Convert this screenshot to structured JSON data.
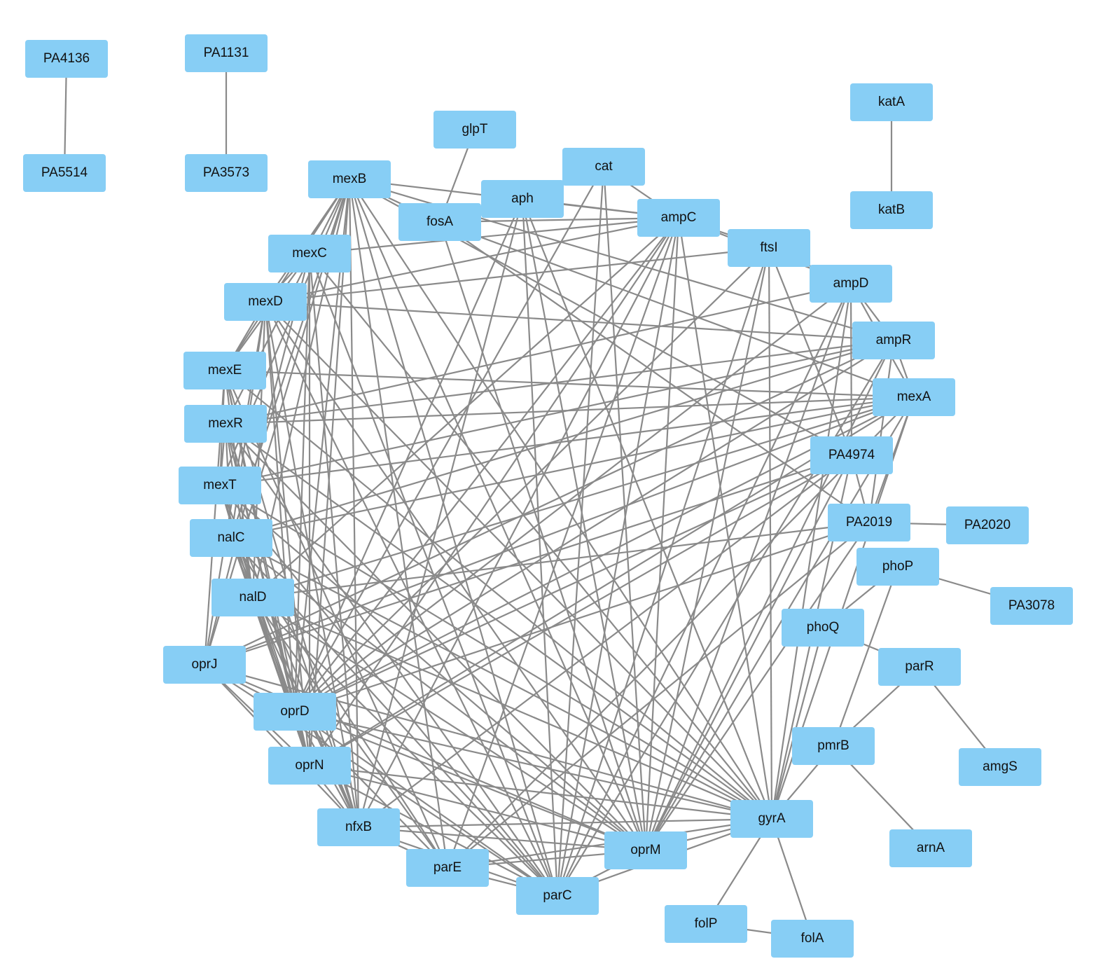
{
  "colors": {
    "node_fill": "#87cef5",
    "edge": "#8a8a8a",
    "text": "#111111",
    "background": "#ffffff"
  },
  "nodes": [
    {
      "id": "PA4136",
      "label": "PA4136"
    },
    {
      "id": "PA5514",
      "label": "PA5514"
    },
    {
      "id": "PA1131",
      "label": "PA1131"
    },
    {
      "id": "PA3573",
      "label": "PA3573"
    },
    {
      "id": "katA",
      "label": "katA"
    },
    {
      "id": "katB",
      "label": "katB"
    },
    {
      "id": "glpT",
      "label": "glpT"
    },
    {
      "id": "cat",
      "label": "cat"
    },
    {
      "id": "mexB",
      "label": "mexB"
    },
    {
      "id": "aph",
      "label": "aph"
    },
    {
      "id": "fosA",
      "label": "fosA"
    },
    {
      "id": "ampC",
      "label": "ampC"
    },
    {
      "id": "ftsI",
      "label": "ftsI"
    },
    {
      "id": "mexC",
      "label": "mexC"
    },
    {
      "id": "ampD",
      "label": "ampD"
    },
    {
      "id": "mexD",
      "label": "mexD"
    },
    {
      "id": "ampR",
      "label": "ampR"
    },
    {
      "id": "mexE",
      "label": "mexE"
    },
    {
      "id": "mexA",
      "label": "mexA"
    },
    {
      "id": "mexR",
      "label": "mexR"
    },
    {
      "id": "PA4974",
      "label": "PA4974"
    },
    {
      "id": "mexT",
      "label": "mexT"
    },
    {
      "id": "PA2019",
      "label": "PA2019"
    },
    {
      "id": "PA2020",
      "label": "PA2020"
    },
    {
      "id": "nalC",
      "label": "nalC"
    },
    {
      "id": "phoP",
      "label": "phoP"
    },
    {
      "id": "nalD",
      "label": "nalD"
    },
    {
      "id": "PA3078",
      "label": "PA3078"
    },
    {
      "id": "phoQ",
      "label": "phoQ"
    },
    {
      "id": "oprJ",
      "label": "oprJ"
    },
    {
      "id": "parR",
      "label": "parR"
    },
    {
      "id": "oprD",
      "label": "oprD"
    },
    {
      "id": "pmrB",
      "label": "pmrB"
    },
    {
      "id": "amgS",
      "label": "amgS"
    },
    {
      "id": "oprN",
      "label": "oprN"
    },
    {
      "id": "gyrA",
      "label": "gyrA"
    },
    {
      "id": "nfxB",
      "label": "nfxB"
    },
    {
      "id": "arnA",
      "label": "arnA"
    },
    {
      "id": "oprM",
      "label": "oprM"
    },
    {
      "id": "parE",
      "label": "parE"
    },
    {
      "id": "parC",
      "label": "parC"
    },
    {
      "id": "folP",
      "label": "folP"
    },
    {
      "id": "folA",
      "label": "folA"
    }
  ],
  "edges": [
    [
      "PA4136",
      "PA5514"
    ],
    [
      "PA1131",
      "PA3573"
    ],
    [
      "katA",
      "katB"
    ],
    [
      "PA2019",
      "PA2020"
    ],
    [
      "phoP",
      "PA3078"
    ],
    [
      "phoQ",
      "phoP"
    ],
    [
      "phoQ",
      "parR"
    ],
    [
      "parR",
      "amgS"
    ],
    [
      "parR",
      "pmrB"
    ],
    [
      "pmrB",
      "arnA"
    ],
    [
      "pmrB",
      "phoP"
    ],
    [
      "pmrB",
      "gyrA"
    ],
    [
      "gyrA",
      "folP"
    ],
    [
      "gyrA",
      "folA"
    ],
    [
      "folP",
      "folA"
    ],
    [
      "glpT",
      "fosA"
    ],
    [
      "mexB",
      "fosA"
    ],
    [
      "mexB",
      "ampC"
    ],
    [
      "mexB",
      "oprD"
    ],
    [
      "mexB",
      "oprJ"
    ],
    [
      "mexB",
      "nalC"
    ],
    [
      "mexB",
      "nalD"
    ],
    [
      "mexB",
      "oprN"
    ],
    [
      "mexB",
      "nfxB"
    ],
    [
      "mexB",
      "mexT"
    ],
    [
      "mexB",
      "parC"
    ],
    [
      "mexB",
      "oprM"
    ],
    [
      "mexB",
      "gyrA"
    ],
    [
      "mexB",
      "ampR"
    ],
    [
      "mexB",
      "mexR"
    ],
    [
      "mexB",
      "mexE"
    ],
    [
      "mexB",
      "mexD"
    ],
    [
      "mexB",
      "PA4974"
    ],
    [
      "mexB",
      "parE"
    ],
    [
      "aph",
      "fosA"
    ],
    [
      "aph",
      "ampC"
    ],
    [
      "aph",
      "oprD"
    ],
    [
      "aph",
      "oprM"
    ],
    [
      "aph",
      "parC"
    ],
    [
      "aph",
      "nfxB"
    ],
    [
      "aph",
      "gyrA"
    ],
    [
      "fosA",
      "ampC"
    ],
    [
      "fosA",
      "mexA"
    ],
    [
      "fosA",
      "oprM"
    ],
    [
      "fosA",
      "PA2019"
    ],
    [
      "cat",
      "ampC"
    ],
    [
      "cat",
      "parC"
    ],
    [
      "cat",
      "oprM"
    ],
    [
      "cat",
      "oprD"
    ],
    [
      "ampC",
      "ftsI"
    ],
    [
      "ampC",
      "ampD"
    ],
    [
      "ampC",
      "mexC"
    ],
    [
      "ampC",
      "mexD"
    ],
    [
      "ampC",
      "oprD"
    ],
    [
      "ampC",
      "oprN"
    ],
    [
      "ampC",
      "nfxB"
    ],
    [
      "ampC",
      "parE"
    ],
    [
      "ampC",
      "parC"
    ],
    [
      "ampC",
      "oprM"
    ],
    [
      "ampC",
      "gyrA"
    ],
    [
      "ampC",
      "nalD"
    ],
    [
      "ftsI",
      "ampD"
    ],
    [
      "ftsI",
      "oprM"
    ],
    [
      "ftsI",
      "gyrA"
    ],
    [
      "ftsI",
      "oprD"
    ],
    [
      "ftsI",
      "mexD"
    ],
    [
      "ftsI",
      "parC"
    ],
    [
      "ftsI",
      "PA4974"
    ],
    [
      "ampD",
      "ampR"
    ],
    [
      "ampD",
      "mexA"
    ],
    [
      "ampD",
      "PA4974"
    ],
    [
      "ampD",
      "oprD"
    ],
    [
      "ampD",
      "mexR"
    ],
    [
      "ampD",
      "parC"
    ],
    [
      "ampD",
      "oprM"
    ],
    [
      "ampD",
      "gyrA"
    ],
    [
      "ampR",
      "mexA"
    ],
    [
      "ampR",
      "PA2019"
    ],
    [
      "ampR",
      "mexT"
    ],
    [
      "ampR",
      "nalC"
    ],
    [
      "ampR",
      "oprJ"
    ],
    [
      "ampR",
      "oprD"
    ],
    [
      "ampR",
      "parC"
    ],
    [
      "ampR",
      "oprM"
    ],
    [
      "ampR",
      "mexR"
    ],
    [
      "ampR",
      "mexD"
    ],
    [
      "mexA",
      "PA2019"
    ],
    [
      "mexA",
      "mexR"
    ],
    [
      "mexA",
      "mexT"
    ],
    [
      "mexA",
      "mexE"
    ],
    [
      "mexA",
      "nalC"
    ],
    [
      "mexA",
      "nalD"
    ],
    [
      "mexA",
      "oprD"
    ],
    [
      "mexA",
      "oprN"
    ],
    [
      "mexA",
      "oprM"
    ],
    [
      "mexA",
      "parE"
    ],
    [
      "mexA",
      "oprJ"
    ],
    [
      "mexA",
      "gyrA"
    ],
    [
      "PA4974",
      "PA2019"
    ],
    [
      "PA4974",
      "oprD"
    ],
    [
      "PA4974",
      "oprN"
    ],
    [
      "PA4974",
      "oprM"
    ],
    [
      "PA4974",
      "oprJ"
    ],
    [
      "PA4974",
      "nfxB"
    ],
    [
      "PA4974",
      "gyrA"
    ],
    [
      "PA2019",
      "nalD"
    ],
    [
      "PA2019",
      "oprD"
    ],
    [
      "PA2019",
      "oprM"
    ],
    [
      "PA2019",
      "parE"
    ],
    [
      "mexC",
      "mexD"
    ],
    [
      "mexC",
      "oprJ"
    ],
    [
      "mexC",
      "nfxB"
    ],
    [
      "mexC",
      "oprD"
    ],
    [
      "mexC",
      "oprN"
    ],
    [
      "mexC",
      "mexE"
    ],
    [
      "mexC",
      "parC"
    ],
    [
      "mexC",
      "gyrA"
    ],
    [
      "mexD",
      "oprJ"
    ],
    [
      "mexD",
      "nfxB"
    ],
    [
      "mexD",
      "oprD"
    ],
    [
      "mexD",
      "mexE"
    ],
    [
      "mexD",
      "oprN"
    ],
    [
      "mexD",
      "parC"
    ],
    [
      "mexD",
      "oprM"
    ],
    [
      "mexD",
      "gyrA"
    ],
    [
      "mexD",
      "nalD"
    ],
    [
      "mexD",
      "nalC"
    ],
    [
      "mexE",
      "oprN"
    ],
    [
      "mexE",
      "mexT"
    ],
    [
      "mexE",
      "oprD"
    ],
    [
      "mexE",
      "nfxB"
    ],
    [
      "mexE",
      "oprJ"
    ],
    [
      "mexE",
      "nalD"
    ],
    [
      "mexE",
      "gyrA"
    ],
    [
      "mexE",
      "parE"
    ],
    [
      "mexR",
      "oprD"
    ],
    [
      "mexR",
      "nalC"
    ],
    [
      "mexR",
      "nalD"
    ],
    [
      "mexR",
      "oprM"
    ],
    [
      "mexR",
      "mexT"
    ],
    [
      "mexR",
      "oprN"
    ],
    [
      "mexR",
      "nfxB"
    ],
    [
      "mexR",
      "gyrA"
    ],
    [
      "mexR",
      "parC"
    ],
    [
      "mexT",
      "oprN"
    ],
    [
      "mexT",
      "nalD"
    ],
    [
      "mexT",
      "oprD"
    ],
    [
      "mexT",
      "oprM"
    ],
    [
      "mexT",
      "parC"
    ],
    [
      "mexT",
      "nfxB"
    ],
    [
      "mexT",
      "gyrA"
    ],
    [
      "nalC",
      "nalD"
    ],
    [
      "nalC",
      "oprD"
    ],
    [
      "nalC",
      "oprM"
    ],
    [
      "nalC",
      "oprN"
    ],
    [
      "nalC",
      "nfxB"
    ],
    [
      "nalC",
      "gyrA"
    ],
    [
      "nalC",
      "parC"
    ],
    [
      "nalC",
      "parE"
    ],
    [
      "nalD",
      "oprD"
    ],
    [
      "nalD",
      "oprM"
    ],
    [
      "nalD",
      "oprN"
    ],
    [
      "nalD",
      "nfxB"
    ],
    [
      "nalD",
      "parC"
    ],
    [
      "nalD",
      "gyrA"
    ],
    [
      "nalD",
      "parE"
    ],
    [
      "oprJ",
      "oprD"
    ],
    [
      "oprJ",
      "nfxB"
    ],
    [
      "oprJ",
      "oprN"
    ],
    [
      "oprJ",
      "parC"
    ],
    [
      "oprJ",
      "oprM"
    ],
    [
      "oprJ",
      "gyrA"
    ],
    [
      "oprD",
      "oprN"
    ],
    [
      "oprD",
      "oprM"
    ],
    [
      "oprD",
      "parC"
    ],
    [
      "oprD",
      "nfxB"
    ],
    [
      "oprD",
      "gyrA"
    ],
    [
      "oprD",
      "parE"
    ],
    [
      "oprN",
      "oprM"
    ],
    [
      "oprN",
      "nfxB"
    ],
    [
      "oprN",
      "parC"
    ],
    [
      "oprN",
      "gyrA"
    ],
    [
      "nfxB",
      "gyrA"
    ],
    [
      "nfxB",
      "oprM"
    ],
    [
      "nfxB",
      "parC"
    ],
    [
      "nfxB",
      "parE"
    ],
    [
      "oprM",
      "gyrA"
    ],
    [
      "oprM",
      "parC"
    ],
    [
      "oprM",
      "parE"
    ],
    [
      "parE",
      "parC"
    ],
    [
      "parE",
      "gyrA"
    ],
    [
      "parC",
      "gyrA"
    ],
    [
      "gyrA",
      "phoQ"
    ]
  ]
}
